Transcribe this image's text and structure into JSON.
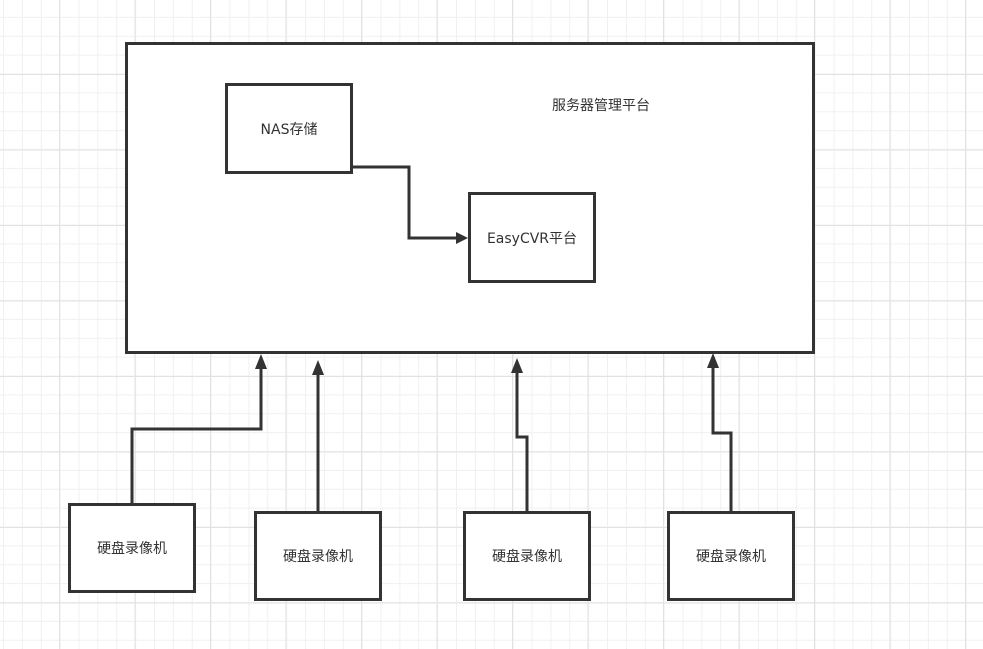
{
  "diagram": {
    "container": {
      "title": "服务器管理平台"
    },
    "nodes": {
      "nas": {
        "label": "NAS存储"
      },
      "easycvr": {
        "label": "EasyCVR平台"
      },
      "nvr": [
        {
          "label": "硬盘录像机"
        },
        {
          "label": "硬盘录像机"
        },
        {
          "label": "硬盘录像机"
        },
        {
          "label": "硬盘录像机"
        }
      ]
    },
    "edges": [
      {
        "from": "NAS存储",
        "to": "EasyCVR平台"
      },
      {
        "from": "硬盘录像机 1",
        "to": "服务器管理平台"
      },
      {
        "from": "硬盘录像机 2",
        "to": "服务器管理平台"
      },
      {
        "from": "硬盘录像机 3",
        "to": "服务器管理平台"
      },
      {
        "from": "硬盘录像机 4",
        "to": "服务器管理平台"
      }
    ],
    "colors": {
      "stroke": "#333333",
      "grid_minor": "#f0f0f0",
      "grid_major": "#e2e2e2",
      "background": "#ffffff"
    }
  }
}
